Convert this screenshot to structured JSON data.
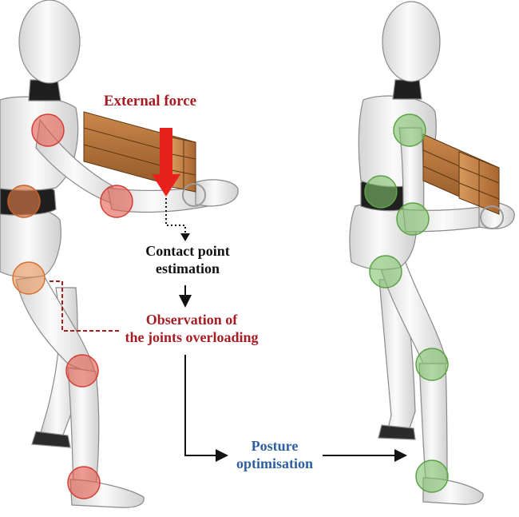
{
  "labels": {
    "external_force": "External force",
    "contact_line1": "Contact point",
    "contact_line2": "estimation",
    "observation_line1": "Observation of",
    "observation_line2": "the joints overloading",
    "posture_line1": "Posture",
    "posture_line2": "optimisation"
  },
  "colors": {
    "overload_joint": "#e55a4e",
    "overload_joint_mid": "#e8884a",
    "optimised_joint": "#7fc06a",
    "force_arrow": "#e8201e",
    "label_red": "#a51d23",
    "label_blue": "#2e5f9e",
    "label_black": "#111111",
    "mannequin": "#f2f2f2",
    "wood": "#b5743c"
  },
  "icons": {
    "left_figure": "mannequin-lifting-icon",
    "right_figure": "mannequin-optimised-icon",
    "load": "wooden-beams-icon",
    "force": "force-arrow-icon"
  }
}
